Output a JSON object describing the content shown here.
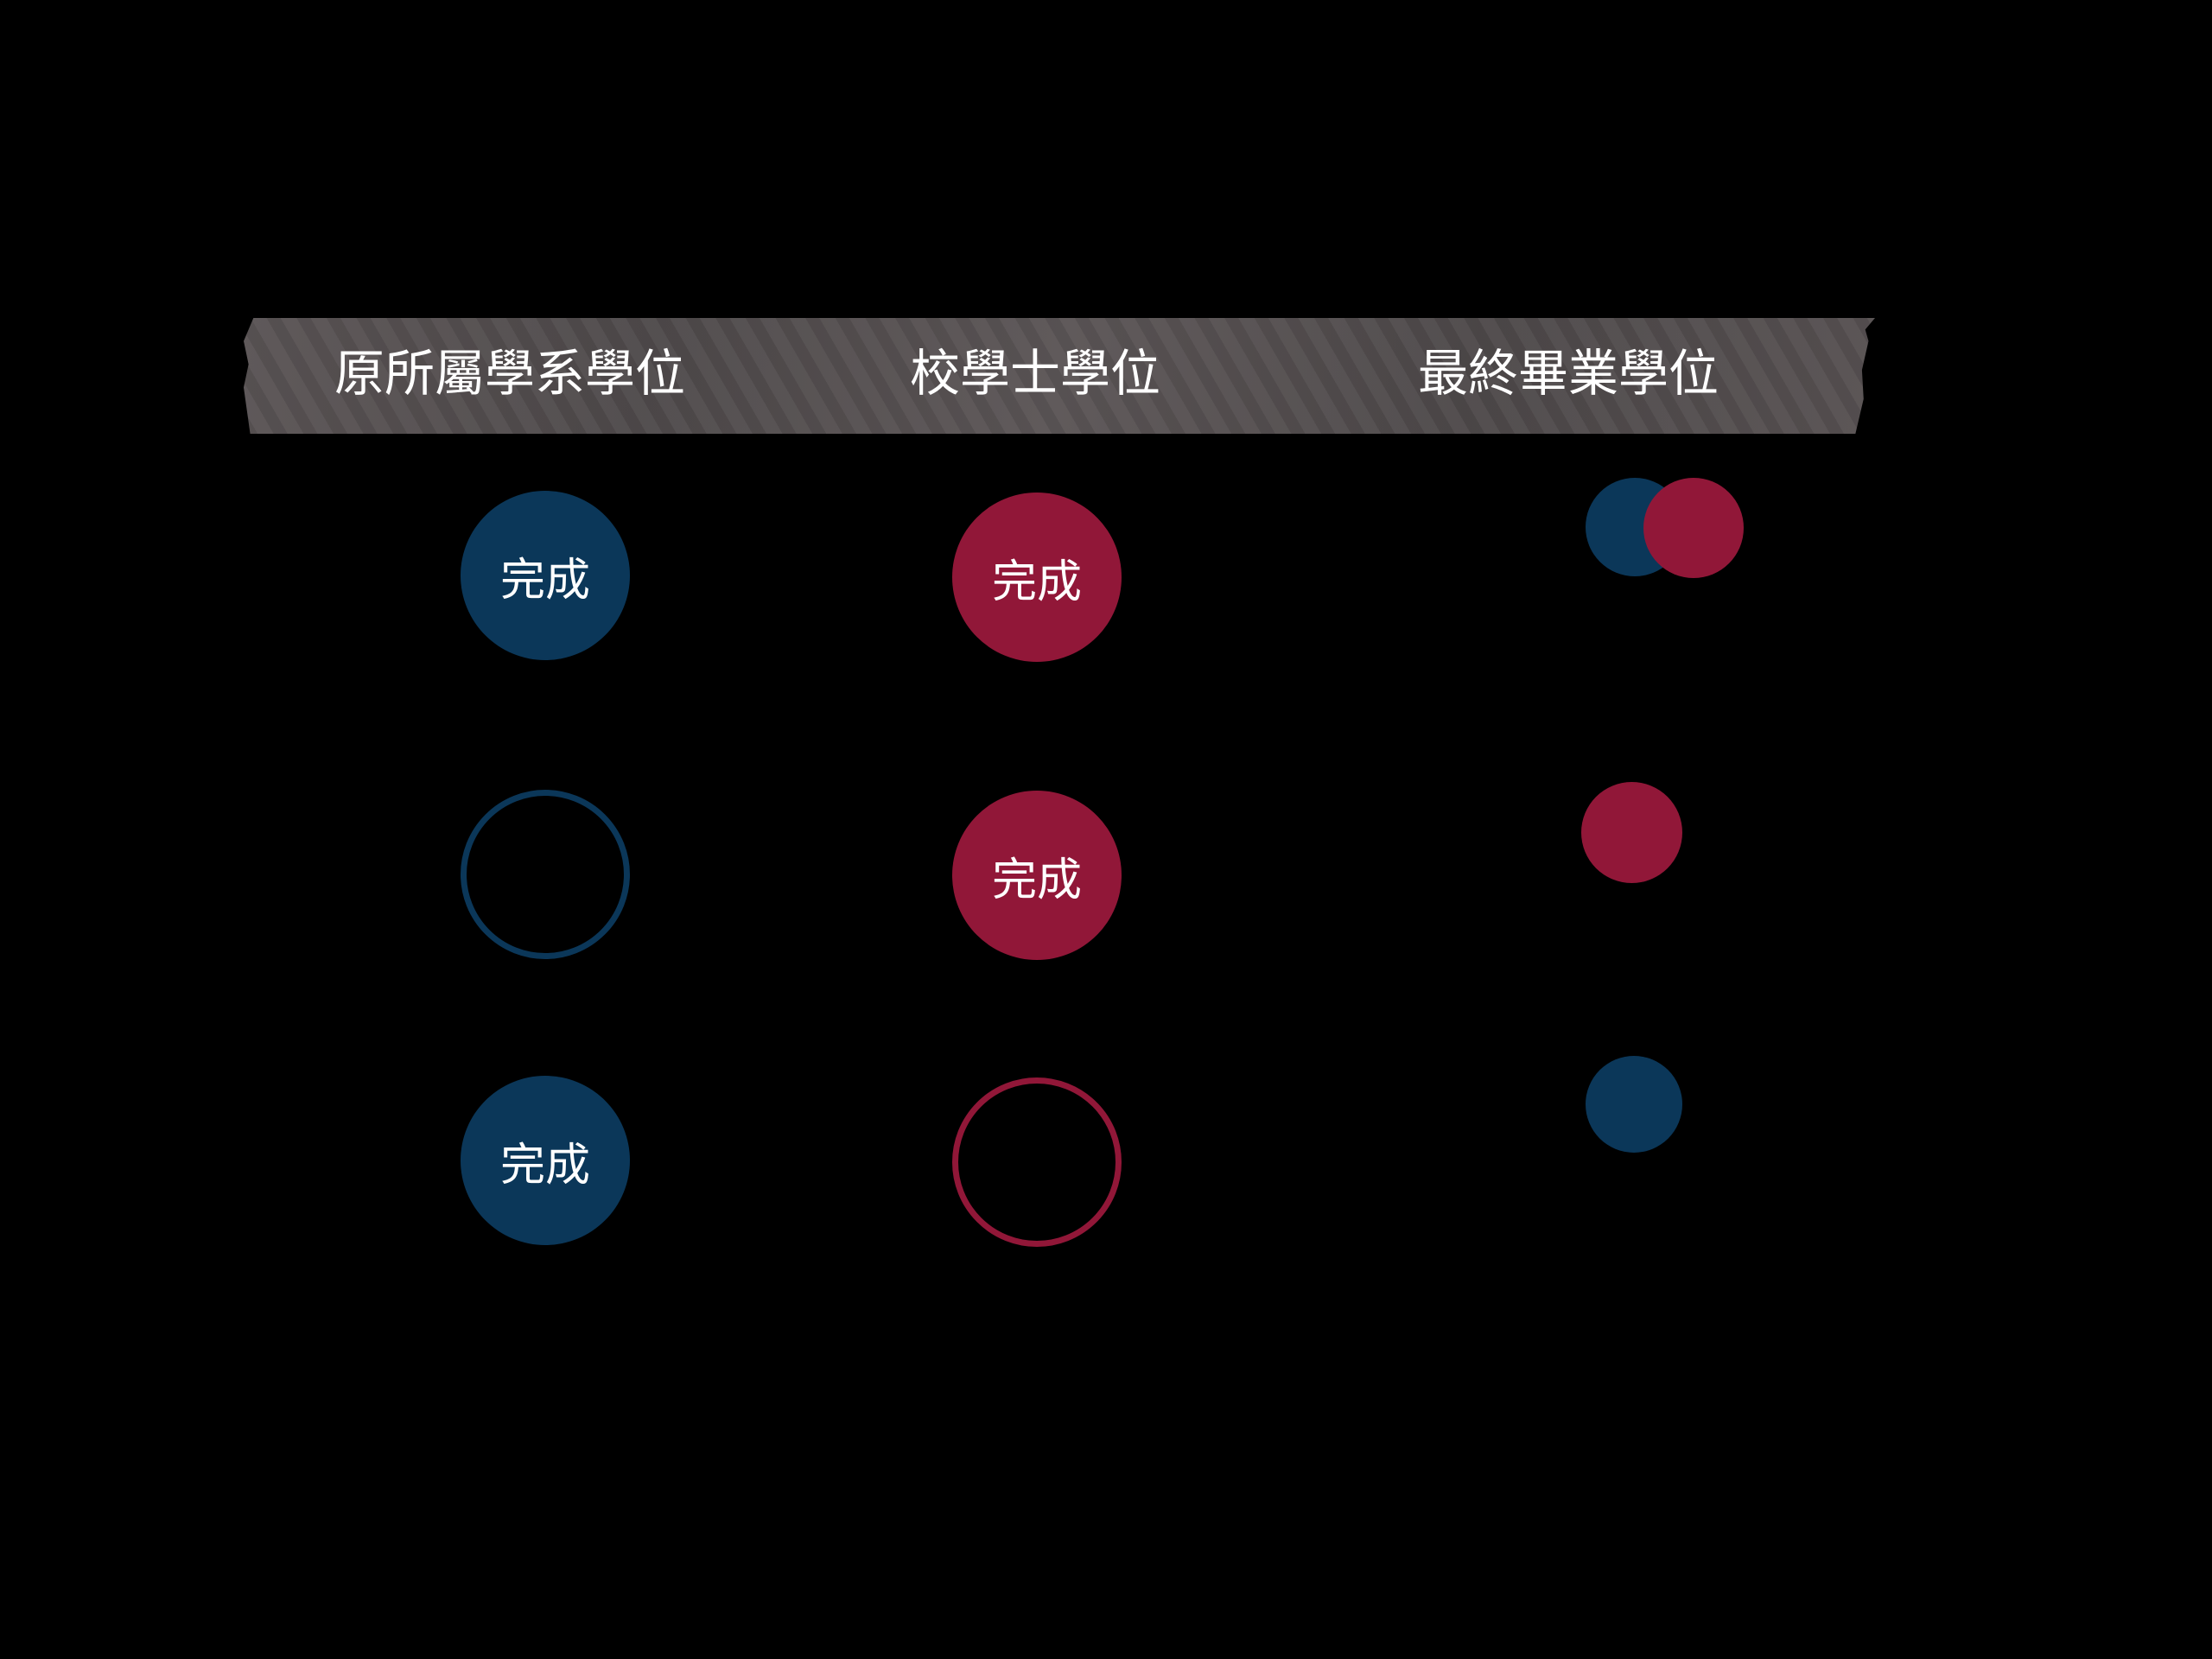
{
  "colors": {
    "navy": "#0b3759",
    "crimson": "#911738",
    "banner": "#555051",
    "background": "#000000"
  },
  "header": {
    "columns": [
      {
        "label": "原所屬學系學位"
      },
      {
        "label": "校學士學位"
      },
      {
        "label": "最終畢業學位"
      }
    ]
  },
  "rows": [
    {
      "original_dept": {
        "state": "filled",
        "label": "完成"
      },
      "school_bachelor": {
        "state": "filled",
        "label": "完成"
      },
      "final_degree": [
        "navy",
        "crimson"
      ]
    },
    {
      "original_dept": {
        "state": "empty",
        "label": ""
      },
      "school_bachelor": {
        "state": "filled",
        "label": "完成"
      },
      "final_degree": [
        "crimson"
      ]
    },
    {
      "original_dept": {
        "state": "filled",
        "label": "完成"
      },
      "school_bachelor": {
        "state": "empty",
        "label": ""
      },
      "final_degree": [
        "navy"
      ]
    }
  ]
}
